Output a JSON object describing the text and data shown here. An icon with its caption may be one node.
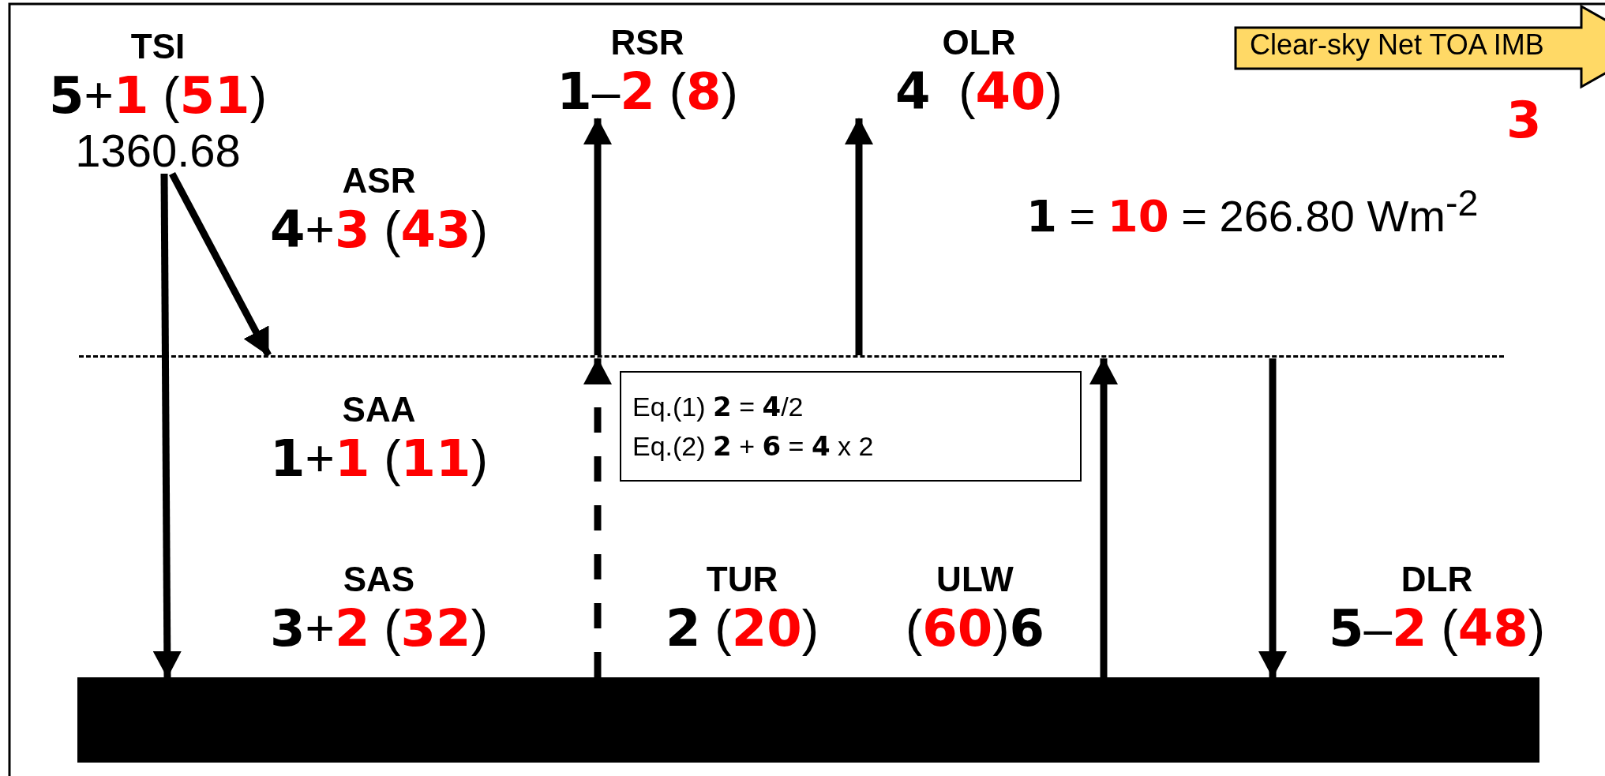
{
  "diagram": {
    "nodes": [
      {
        "text": [
          "TSI",
          "**5**+**1** (**51**)",
          "1360.68"
        ]
      },
      {
        "text": [
          "RSR",
          "**1**–**2** (**8**)"
        ]
      },
      {
        "text": [
          "OLR",
          "**4**  (**40**)"
        ]
      },
      {
        "text": [
          "Clear-sky Net TOA IMB"
        ],
        "beside": [
          "3"
        ]
      },
      {
        "text": [
          "ASR",
          "**4**+**3** (**43**)"
        ]
      },
      {
        "text": [],
        "shape": "line"
      },
      {
        "text": [
          "Eq.(1) **2** = **4**/2",
          "Eq.(2) **2** + **6** = **4** x 2"
        ]
      },
      {
        "text": [
          "SAA",
          "**1**+**1** (**11**)"
        ]
      },
      {
        "text": [
          "SAS",
          "**3**+**2** (**32**)"
        ]
      },
      {
        "text": [
          "TUR",
          "**2** (**20**)"
        ]
      },
      {
        "text": [
          "ULW",
          "(**60**)**6**"
        ]
      },
      {
        "text": [
          "DLR",
          "**5**–**2** (**48**)"
        ]
      },
      {
        "text": [],
        "shape": "bar"
      }
    ],
    "edges": [
      {
        "from": 0,
        "to": 12,
        "arrow": "to"
      },
      {
        "from": 0,
        "to": 5,
        "arrow": "to"
      },
      {
        "from": 5,
        "to": 1,
        "arrow": "to"
      },
      {
        "from": 5,
        "to": 2,
        "arrow": "to"
      },
      {
        "from": 12,
        "to": 5,
        "arrow": "to",
        "style": "dashed"
      },
      {
        "from": 12,
        "to": 5,
        "arrow": "to"
      },
      {
        "from": 5,
        "to": 12,
        "arrow": "to"
      }
    ],
    "labels": [
      "**1** = **10** = 266.80 Wm$^{-2}$"
    ]
  }
}
